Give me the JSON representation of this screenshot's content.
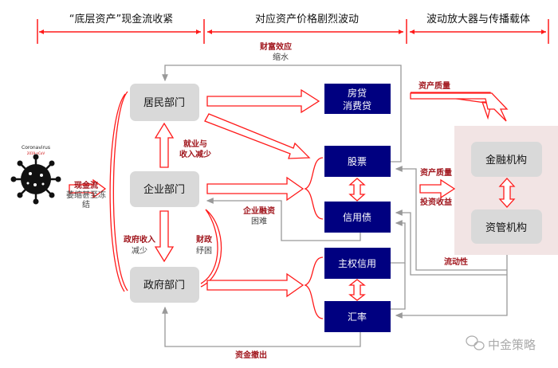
{
  "stages": [
    "“底层资产”现金流收紧",
    "对应资产价格剧烈波动",
    "波动放大器与传播载体"
  ],
  "virus": {
    "title": "Coronavirus",
    "subtitle": "2019-nCoV"
  },
  "sectors": {
    "household": "居民部门",
    "enterprise": "企业部门",
    "government": "政府部门"
  },
  "assets": {
    "mortgage": [
      "房贷",
      "消费贷"
    ],
    "stocks": "股票",
    "credit_bonds": "信用债",
    "sovereign": "主权信用",
    "fx": "汇率"
  },
  "institutions": {
    "financial": "金融机构",
    "asset_mgmt": "资管机构"
  },
  "labels": {
    "wealth_effect": "财富效应",
    "wealth_effect_sub": "缩水",
    "cashflow": "现金流",
    "cashflow_sub1": "萎缩甚至冻",
    "cashflow_sub2": "结",
    "employment1": "就业与",
    "employment2": "收入减少",
    "gov_income1": "政府收入",
    "gov_income2": "减少",
    "fiscal1": "财政",
    "fiscal2": "纾困",
    "financing1": "企业融资",
    "financing2": "困难",
    "capital_outflow": "资金撤出",
    "asset_quality_top": "资产质量",
    "asset_quality": "资产质量",
    "investment_return": "投资收益",
    "liquidity": "流动性"
  },
  "watermark": "中金策略",
  "colors": {
    "accent_red": "#ff1a1a",
    "label_red": "#a0151c",
    "navy": "#000080",
    "gray_box": "#d9d9d9",
    "panel_pink": "#f2e4e4"
  }
}
